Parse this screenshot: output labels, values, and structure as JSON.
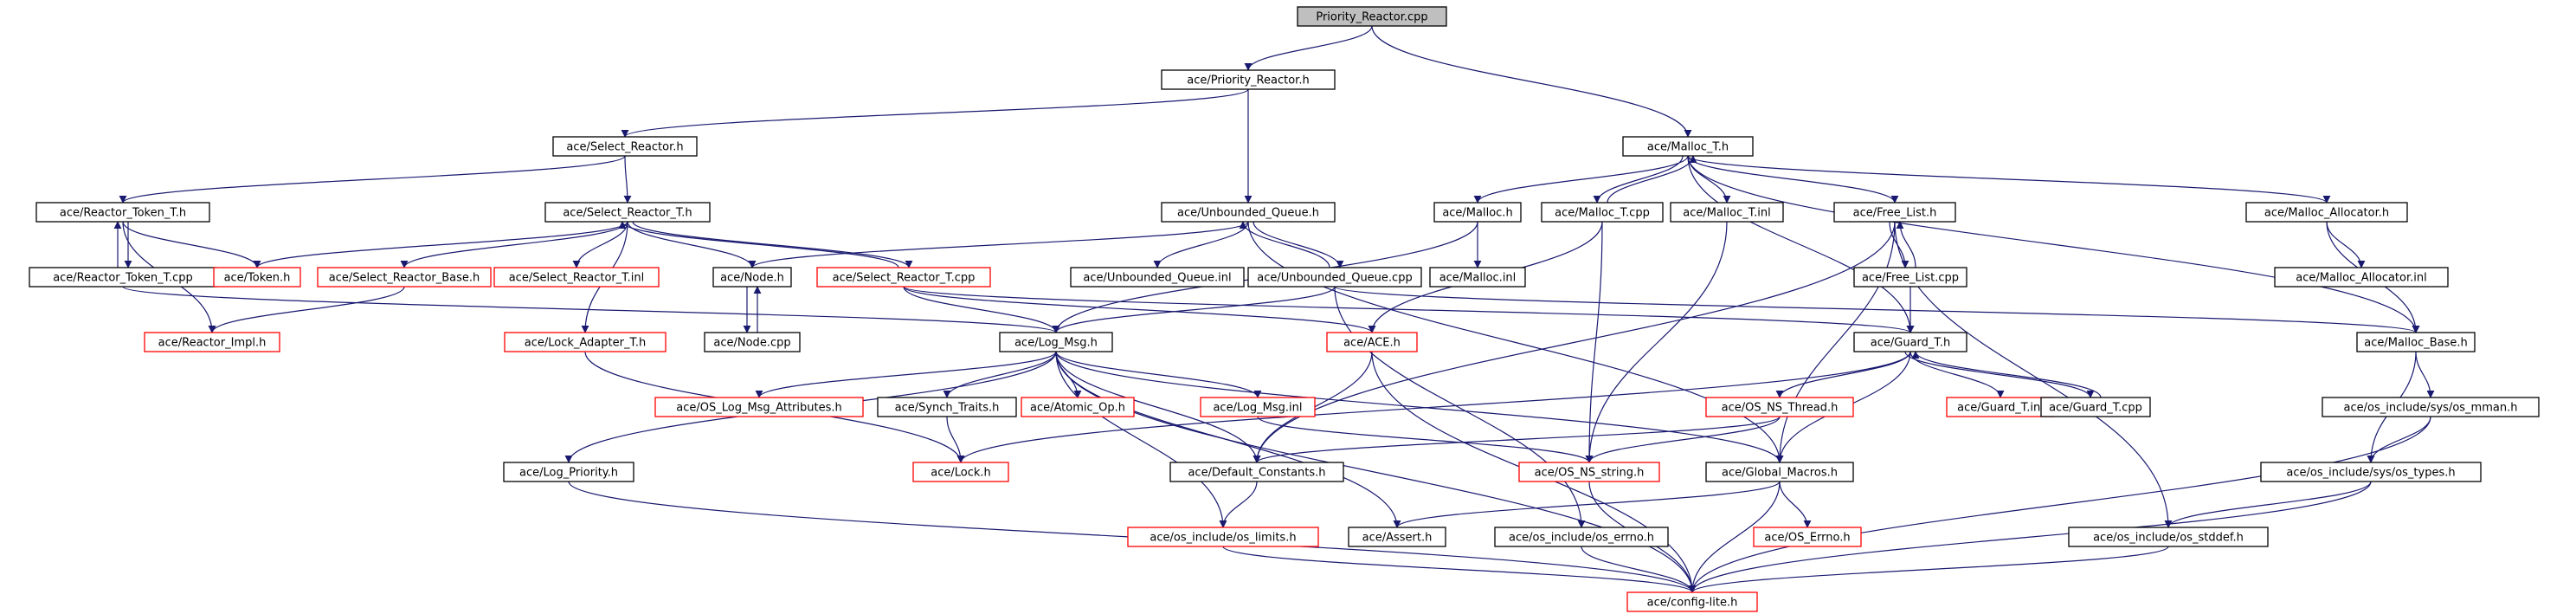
{
  "title": "Priority_Reactor.cpp",
  "colors": {
    "edge": "#191970",
    "node_border": "#000000",
    "missing_border": "#ff0000",
    "root_fill": "#bfbfbf"
  },
  "nodes": [
    {
      "id": "n0",
      "label": "Priority_Reactor.cpp",
      "root": true
    },
    {
      "id": "n1",
      "label": "ace/Priority_Reactor.h"
    },
    {
      "id": "n2",
      "label": "ace/Malloc_T.h"
    },
    {
      "id": "n3",
      "label": "ace/Select_Reactor.h"
    },
    {
      "id": "n4",
      "label": "ace/Reactor_Token_T.h"
    },
    {
      "id": "n5",
      "label": "ace/Select_Reactor_T.h"
    },
    {
      "id": "n6",
      "label": "ace/Unbounded_Queue.h"
    },
    {
      "id": "n7",
      "label": "ace/Malloc.h"
    },
    {
      "id": "n8",
      "label": "ace/Malloc_T.cpp"
    },
    {
      "id": "n9",
      "label": "ace/Malloc_T.inl"
    },
    {
      "id": "n10",
      "label": "ace/Free_List.h"
    },
    {
      "id": "n11",
      "label": "ace/Malloc_Allocator.h"
    },
    {
      "id": "n12",
      "label": "ace/Reactor_Token_T.cpp"
    },
    {
      "id": "n13",
      "label": "ace/Token.h",
      "red": true
    },
    {
      "id": "n14",
      "label": "ace/Select_Reactor_Base.h",
      "red": true
    },
    {
      "id": "n15",
      "label": "ace/Select_Reactor_T.inl",
      "red": true
    },
    {
      "id": "n16",
      "label": "ace/Node.h"
    },
    {
      "id": "n17",
      "label": "ace/Select_Reactor_T.cpp",
      "red": true
    },
    {
      "id": "n18",
      "label": "ace/Unbounded_Queue.inl"
    },
    {
      "id": "n19",
      "label": "ace/Unbounded_Queue.cpp"
    },
    {
      "id": "n20",
      "label": "ace/Malloc.inl"
    },
    {
      "id": "n21",
      "label": "ace/Free_List.cpp"
    },
    {
      "id": "n22",
      "label": "ace/Malloc_Allocator.inl"
    },
    {
      "id": "n23",
      "label": "ace/Reactor_Impl.h",
      "red": true
    },
    {
      "id": "n24",
      "label": "ace/Lock_Adapter_T.h",
      "red": true
    },
    {
      "id": "n25",
      "label": "ace/Node.cpp"
    },
    {
      "id": "n26",
      "label": "ace/Log_Msg.h"
    },
    {
      "id": "n27",
      "label": "ace/ACE.h",
      "red": true
    },
    {
      "id": "n28",
      "label": "ace/Guard_T.h"
    },
    {
      "id": "n29",
      "label": "ace/Malloc_Base.h"
    },
    {
      "id": "n30",
      "label": "ace/OS_Log_Msg_Attributes.h",
      "red": true
    },
    {
      "id": "n31",
      "label": "ace/Synch_Traits.h"
    },
    {
      "id": "n32",
      "label": "ace/Atomic_Op.h",
      "red": true
    },
    {
      "id": "n33",
      "label": "ace/Log_Msg.inl",
      "red": true
    },
    {
      "id": "n34",
      "label": "ace/OS_NS_Thread.h",
      "red": true
    },
    {
      "id": "n35",
      "label": "ace/Guard_T.inl",
      "red": true
    },
    {
      "id": "n36",
      "label": "ace/Guard_T.cpp"
    },
    {
      "id": "n37",
      "label": "ace/os_include/sys/os_mman.h"
    },
    {
      "id": "n38",
      "label": "ace/Log_Priority.h"
    },
    {
      "id": "n39",
      "label": "ace/Lock.h",
      "red": true
    },
    {
      "id": "n40",
      "label": "ace/Default_Constants.h"
    },
    {
      "id": "n41",
      "label": "ace/OS_NS_string.h",
      "red": true
    },
    {
      "id": "n42",
      "label": "ace/Global_Macros.h"
    },
    {
      "id": "n43",
      "label": "ace/os_include/sys/os_types.h"
    },
    {
      "id": "n44",
      "label": "ace/os_include/os_limits.h",
      "red": true
    },
    {
      "id": "n45",
      "label": "ace/Assert.h"
    },
    {
      "id": "n46",
      "label": "ace/os_include/os_errno.h"
    },
    {
      "id": "n47",
      "label": "ace/OS_Errno.h",
      "red": true
    },
    {
      "id": "n48",
      "label": "ace/os_include/os_stddef.h"
    },
    {
      "id": "n49",
      "label": "ace/config-lite.h",
      "red": true
    }
  ],
  "edges": [
    [
      "n0",
      "n1"
    ],
    [
      "n0",
      "n2"
    ],
    [
      "n1",
      "n3"
    ],
    [
      "n1",
      "n6"
    ],
    [
      "n3",
      "n4"
    ],
    [
      "n3",
      "n5"
    ],
    [
      "n4",
      "n12"
    ],
    [
      "n12",
      "n4"
    ],
    [
      "n4",
      "n13"
    ],
    [
      "n4",
      "n23"
    ],
    [
      "n5",
      "n13"
    ],
    [
      "n5",
      "n14"
    ],
    [
      "n5",
      "n15"
    ],
    [
      "n5",
      "n16"
    ],
    [
      "n5",
      "n17"
    ],
    [
      "n17",
      "n5"
    ],
    [
      "n5",
      "n24"
    ],
    [
      "n14",
      "n23"
    ],
    [
      "n6",
      "n16"
    ],
    [
      "n6",
      "n18"
    ],
    [
      "n6",
      "n19"
    ],
    [
      "n19",
      "n6"
    ],
    [
      "n6",
      "n42"
    ],
    [
      "n16",
      "n25"
    ],
    [
      "n25",
      "n16"
    ],
    [
      "n12",
      "n26"
    ],
    [
      "n17",
      "n26"
    ],
    [
      "n17",
      "n27"
    ],
    [
      "n17",
      "n28"
    ],
    [
      "n19",
      "n26"
    ],
    [
      "n19",
      "n46"
    ],
    [
      "n19",
      "n29"
    ],
    [
      "n2",
      "n7"
    ],
    [
      "n2",
      "n8"
    ],
    [
      "n8",
      "n2"
    ],
    [
      "n2",
      "n9"
    ],
    [
      "n2",
      "n10"
    ],
    [
      "n2",
      "n11"
    ],
    [
      "n2",
      "n28"
    ],
    [
      "n2",
      "n29"
    ],
    [
      "n7",
      "n20"
    ],
    [
      "n7",
      "n26"
    ],
    [
      "n8",
      "n27"
    ],
    [
      "n8",
      "n41"
    ],
    [
      "n9",
      "n41"
    ],
    [
      "n10",
      "n21"
    ],
    [
      "n21",
      "n10"
    ],
    [
      "n10",
      "n40"
    ],
    [
      "n10",
      "n42"
    ],
    [
      "n10",
      "n48"
    ],
    [
      "n21",
      "n28"
    ],
    [
      "n11",
      "n22"
    ],
    [
      "n11",
      "n29"
    ],
    [
      "n26",
      "n30"
    ],
    [
      "n26",
      "n31"
    ],
    [
      "n26",
      "n32"
    ],
    [
      "n26",
      "n33"
    ],
    [
      "n26",
      "n38"
    ],
    [
      "n26",
      "n40"
    ],
    [
      "n26",
      "n42"
    ],
    [
      "n26",
      "n44"
    ],
    [
      "n26",
      "n45"
    ],
    [
      "n26",
      "n49"
    ],
    [
      "n31",
      "n39"
    ],
    [
      "n33",
      "n41"
    ],
    [
      "n24",
      "n39"
    ],
    [
      "n27",
      "n40"
    ],
    [
      "n27",
      "n49"
    ],
    [
      "n28",
      "n34"
    ],
    [
      "n28",
      "n35"
    ],
    [
      "n28",
      "n36"
    ],
    [
      "n36",
      "n28"
    ],
    [
      "n28",
      "n39"
    ],
    [
      "n28",
      "n42"
    ],
    [
      "n34",
      "n40"
    ],
    [
      "n34",
      "n41"
    ],
    [
      "n29",
      "n37"
    ],
    [
      "n29",
      "n43"
    ],
    [
      "n37",
      "n43"
    ],
    [
      "n37",
      "n49"
    ],
    [
      "n43",
      "n48"
    ],
    [
      "n43",
      "n49"
    ],
    [
      "n38",
      "n49"
    ],
    [
      "n40",
      "n44"
    ],
    [
      "n41",
      "n49"
    ],
    [
      "n42",
      "n45"
    ],
    [
      "n42",
      "n47"
    ],
    [
      "n42",
      "n49"
    ],
    [
      "n44",
      "n49"
    ],
    [
      "n46",
      "n49"
    ],
    [
      "n48",
      "n49"
    ]
  ]
}
